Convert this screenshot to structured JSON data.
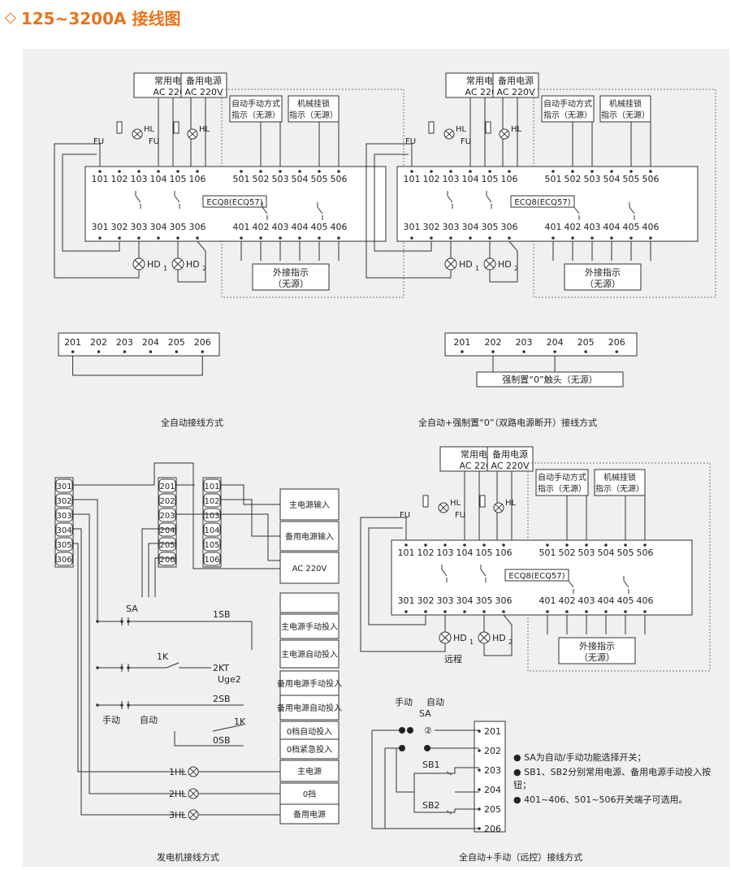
{
  "header": {
    "icon": "diamond-outline-icon",
    "title": "125~3200A 接线图",
    "accent": "#e8741e"
  },
  "labels": {
    "normal_power": "常用电源",
    "standby_power": "备用电源",
    "ac220v": "AC 220V",
    "auto_manual_l1": "自动手动方式",
    "auto_manual_l2": "指示（无源）",
    "mech_lock_l1": "机械挂锁",
    "mech_lock_l2": "指示（无源）",
    "ext_ind_l1": "外接指示",
    "ext_ind_l2": "（无源）",
    "ecq": "ECQ8(ECQ57)",
    "fu1": "FU",
    "fu2": "FU",
    "hl": "HL",
    "hd": "HD",
    "sub1": "1",
    "sub2": "2",
    "forced_zero": "强制置“0”触头（无源）",
    "remote": "远程",
    "manual": "手动",
    "auto": "自动",
    "sa": "SA",
    "sb1": "SB1",
    "sb2": "SB2",
    "sb1g": "1SB",
    "sb2g": "2SB",
    "sb0g": "0SB",
    "k1": "1K",
    "k2": "2KT",
    "uge": "Uge2",
    "hl1": "1HL",
    "hl2": "2HL",
    "hl3": "3HL",
    "sa_circle": "②"
  },
  "terminals": {
    "top_row": [
      "101",
      "102",
      "103",
      "104",
      "105",
      "106",
      "501",
      "502",
      "503",
      "504",
      "505",
      "506"
    ],
    "bottom_row": [
      "301",
      "302",
      "303",
      "304",
      "305",
      "306",
      "401",
      "402",
      "403",
      "404",
      "405",
      "406"
    ],
    "strip_2xx": [
      "201",
      "202",
      "203",
      "204",
      "205",
      "206"
    ],
    "gen_3xx": [
      "301",
      "302",
      "303",
      "304",
      "305",
      "306"
    ],
    "gen_2xx": [
      "201",
      "202",
      "203",
      "204",
      "205",
      "206"
    ],
    "gen_1xx": [
      "101",
      "102",
      "103",
      "104",
      "105",
      "106"
    ]
  },
  "gen_table": [
    "主电源输入",
    "备用电源输入",
    "AC 220V",
    "",
    "主电源手动投入",
    "主电源自动投入",
    "备用电源手动投入",
    "备用电源自动投入",
    "0档自动投入",
    "0档紧急投入",
    "主电源",
    "0挡",
    "备用电源"
  ],
  "captions": {
    "full_auto": "全自动接线方式",
    "full_auto_forced": "全自动+强制置“0”（双路电源断开）接线方式",
    "generator": "发电机接线方式",
    "auto_manual_remote": "全自动+手动（远控）接线方式"
  },
  "notes": [
    "● SA为自动/手动功能选择开关；",
    "● SB1、SB2分别常用电源、备用电源手动投入按钮；",
    "● 401~406、501~506开关端子可选用。"
  ]
}
